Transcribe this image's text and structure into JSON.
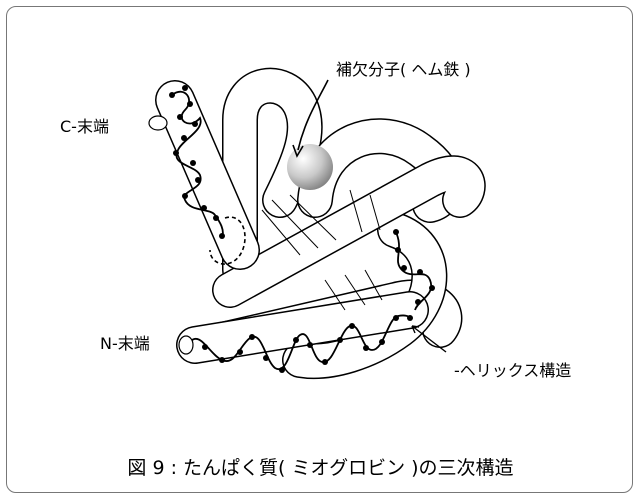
{
  "labels": {
    "c_terminus": "C-末端",
    "n_terminus": "N-末端",
    "cofactor": "補欠分子( ヘム鉄 )",
    "helix": "-ヘリックス構造"
  },
  "caption": "図 9 : たんぱく質( ミオグロビン )の三次構造",
  "colors": {
    "line": "#000000",
    "frame": "#777777",
    "sphere_light": "#ffffff",
    "sphere_dark": "#8a8a8a"
  }
}
